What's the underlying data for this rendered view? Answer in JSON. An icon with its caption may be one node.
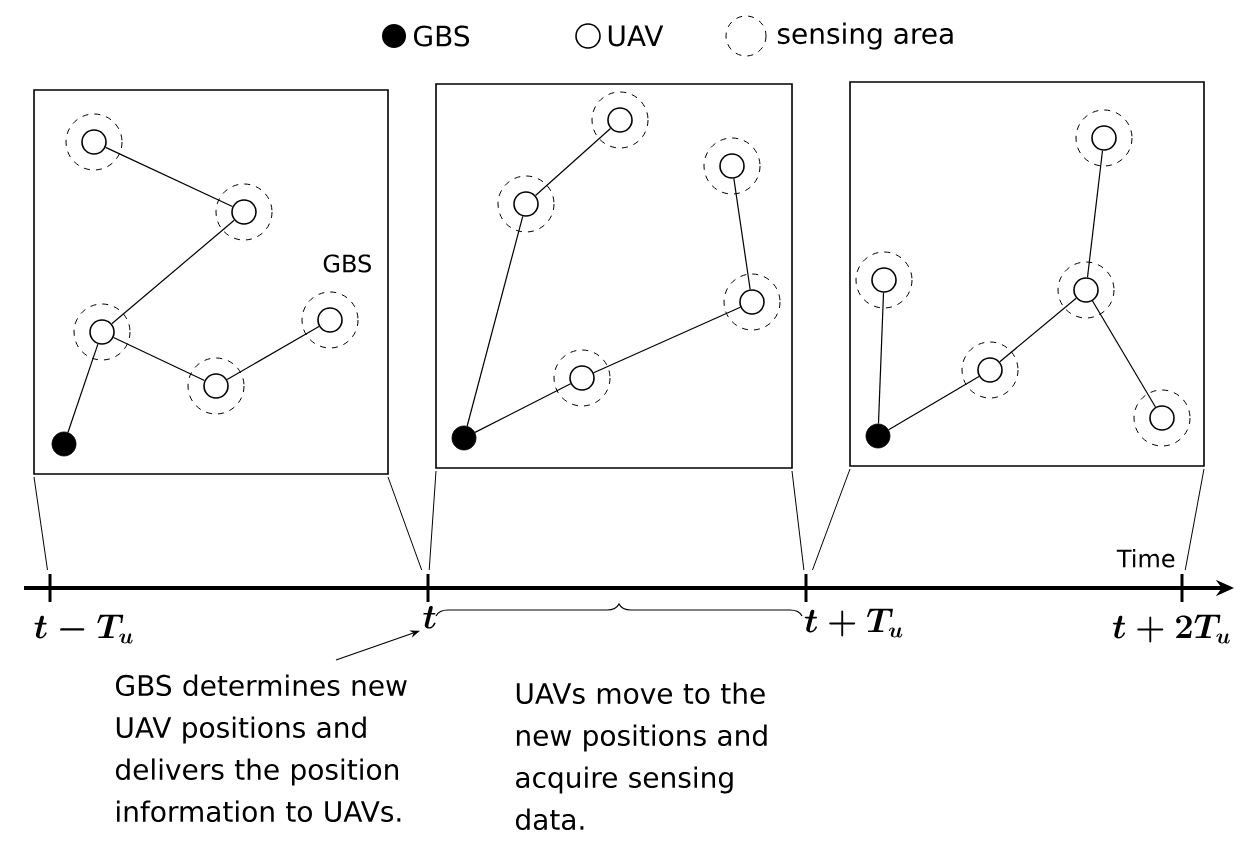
{
  "diagram": {
    "nodes": [
      {
        "text": [],
        "shape": "box"
      },
      {
        "text": [],
        "shape": "dot",
        "in": 0
      },
      {
        "text": [],
        "shape": "circle",
        "in": 0
      },
      {
        "text": [],
        "shape": "circle",
        "in": 0
      },
      {
        "text": [],
        "shape": "circle",
        "in": 0
      },
      {
        "text": [],
        "shape": "circle",
        "in": 0
      },
      {
        "text": [],
        "shape": "circle",
        "in": 0
      },
      {
        "text": [],
        "shape": "box"
      },
      {
        "text": [],
        "shape": "dot",
        "in": 7
      },
      {
        "text": [],
        "shape": "circle",
        "in": 7
      },
      {
        "text": [],
        "shape": "circle",
        "in": 7
      },
      {
        "text": [],
        "shape": "circle",
        "in": 7
      },
      {
        "text": [],
        "shape": "circle",
        "in": 7
      },
      {
        "text": [],
        "shape": "circle",
        "in": 7
      },
      {
        "text": [],
        "shape": "box"
      },
      {
        "text": [],
        "shape": "dot",
        "in": 14
      },
      {
        "text": [],
        "shape": "circle",
        "in": 14
      },
      {
        "text": [],
        "shape": "circle",
        "in": 14
      },
      {
        "text": [],
        "shape": "circle",
        "in": 14
      },
      {
        "text": [],
        "shape": "circle",
        "in": 14
      },
      {
        "text": [],
        "shape": "circle",
        "in": 14
      },
      {
        "text": [
          "GBS determines new UAV positions and delivers the position information to UAVs."
        ]
      },
      {
        "text": [
          "t"
        ]
      }
    ],
    "edges": [
      {
        "from": 2,
        "to": 3,
        "arrow": "none"
      },
      {
        "from": 3,
        "to": 4,
        "arrow": "none"
      },
      {
        "from": 4,
        "to": 1,
        "arrow": "none"
      },
      {
        "from": 4,
        "to": 5,
        "arrow": "none"
      },
      {
        "from": 5,
        "to": 6,
        "arrow": "none"
      },
      {
        "from": 8,
        "to": 10,
        "arrow": "none"
      },
      {
        "from": 10,
        "to": 9,
        "arrow": "none"
      },
      {
        "from": 8,
        "to": 13,
        "arrow": "none"
      },
      {
        "from": 13,
        "to": 12,
        "arrow": "none"
      },
      {
        "from": 12,
        "to": 11,
        "arrow": "none"
      },
      {
        "from": 15,
        "to": 16,
        "arrow": "none"
      },
      {
        "from": 15,
        "to": 19,
        "arrow": "none"
      },
      {
        "from": 19,
        "to": 18,
        "arrow": "none"
      },
      {
        "from": 18,
        "to": 17,
        "arrow": "none"
      },
      {
        "from": 18,
        "to": 20,
        "arrow": "none"
      },
      {
        "from": 21,
        "to": 22,
        "arrow": "to"
      }
    ],
    "labels": [
      "GBS",
      "t-T_{u}",
      "t+T_{u}",
      "t+2T_{u}",
      "Time",
      "UAVs move to the new positions and acquire sensing data."
    ],
    "legend": [
      {
        "text": "GBS"
      },
      {
        "text": "UAV"
      },
      {
        "text": "sensing area"
      }
    ]
  }
}
